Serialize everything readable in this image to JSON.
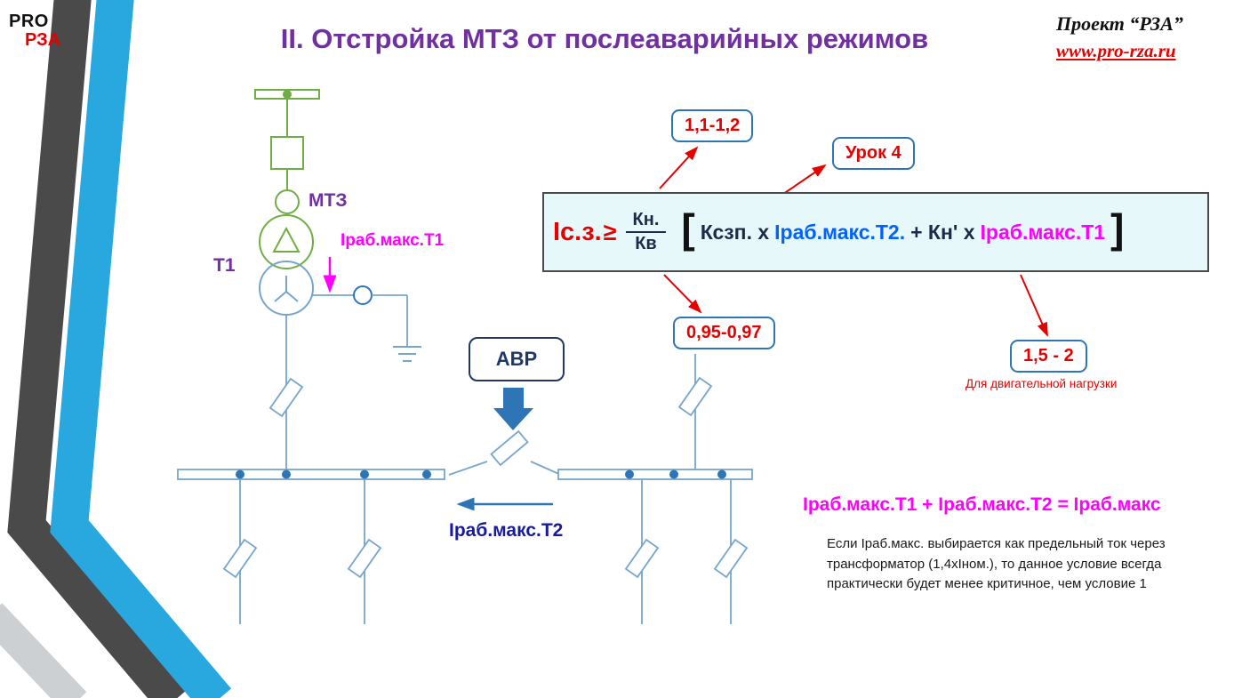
{
  "colors": {
    "title_purple": "#7030a0",
    "red": "#e60000",
    "magenta": "#ff00ff",
    "formula_blue": "#0062ff",
    "navy": "#1f3864",
    "deep_blue_label": "#1a1a9c",
    "diagram_green": "#6fae44",
    "diagram_blue": "#76a5cc",
    "accent_blue": "#2e75b6",
    "stripe_blue": "#29a8e0",
    "stripe_gray": "#4a4a4a",
    "formula_bg": "#e7f8fa"
  },
  "logo": {
    "line1": "PRO",
    "line2": "РЗА"
  },
  "header": {
    "title": "II. Отстройка МТЗ от послеаварийных режимов",
    "project": "Проект “РЗА”",
    "url": "www.pro-rza.ru"
  },
  "diagram": {
    "mtz_label": "МТЗ",
    "t1_label": "Т1",
    "irab_maks_t1": "Iраб.макс.Т1",
    "avr_label": "АВР",
    "irab_maks_t2": "Iраб.макс.Т2"
  },
  "formula": {
    "lhs": "Iс.з.",
    "ge_sign": "≥",
    "numerator": "Кн.",
    "denominator": "Кв",
    "bracket_open": "[",
    "term_kszp": "Ксзп. x",
    "term_t2": "Iраб.макс.Т2.",
    "term_plus_kn": "+ Кн' x",
    "term_t1": "Iраб.макс.Т1",
    "bracket_close": "]"
  },
  "callouts": {
    "kn_value": "1,1-1,2",
    "lesson": "Урок 4",
    "kv_value": "0,95-0,97",
    "kn_prime_value": "1,5 - 2",
    "kn_prime_note": "Для двигательной нагрузки"
  },
  "bottom": {
    "sum_equation": "Iраб.макс.Т1 + Iраб.макс.Т2 = Iраб.макс",
    "note": "Если Iраб.макс. выбирается как предельный ток через трансформатор (1,4хIном.), то данное условие всегда практически будет менее критичное, чем условие 1"
  }
}
